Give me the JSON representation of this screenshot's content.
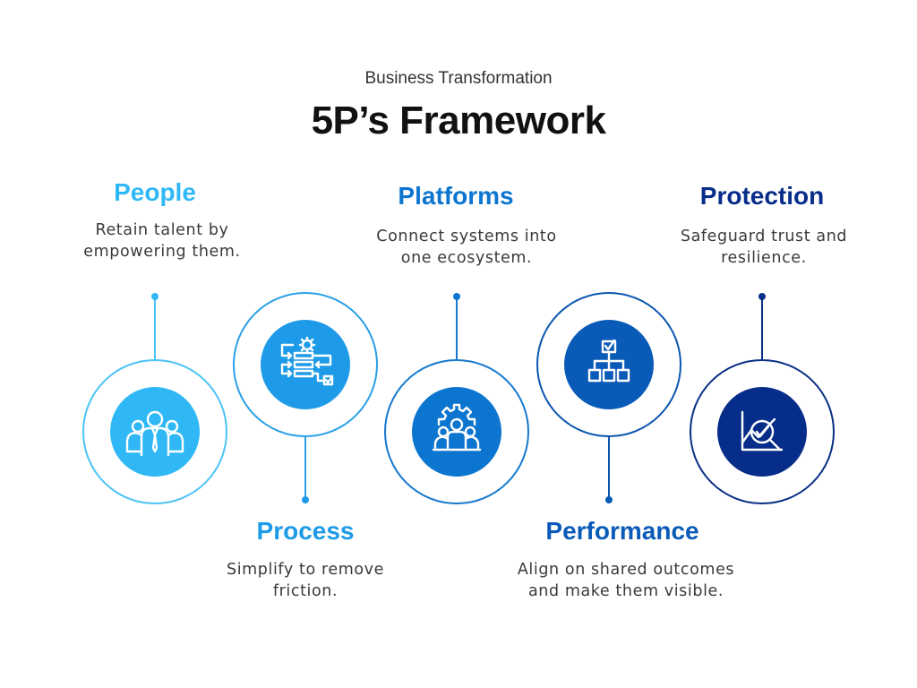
{
  "header": {
    "subtitle": "Business Transformation",
    "title": "5P’s Framework"
  },
  "items": [
    {
      "title": "People",
      "desc_lines": [
        "Retain talent by",
        "empowering them."
      ],
      "icon": "people-icon",
      "color": "#2fb8f5",
      "ring_color": "#4cc3f5"
    },
    {
      "title": "Process",
      "desc_lines": [
        "Simplify to remove",
        "friction."
      ],
      "icon": "process-flow-icon",
      "color": "#1e9be8",
      "ring_color": "#2a9fe6"
    },
    {
      "title": "Platforms",
      "desc_lines": [
        "Connect systems into",
        "one ecosystem."
      ],
      "icon": "team-gear-icon",
      "color": "#0c75d0",
      "ring_color": "#1479cf"
    },
    {
      "title": "Performance",
      "desc_lines": [
        "Align on shared outcomes",
        "and make them visible."
      ],
      "icon": "org-chart-icon",
      "color": "#0a5ab8",
      "ring_color": "#0b56b0"
    },
    {
      "title": "Protection",
      "desc_lines": [
        "Safeguard trust and",
        "resilience."
      ],
      "icon": "analysis-check-icon",
      "color": "#072d8a",
      "ring_color": "#0a2f85"
    }
  ]
}
